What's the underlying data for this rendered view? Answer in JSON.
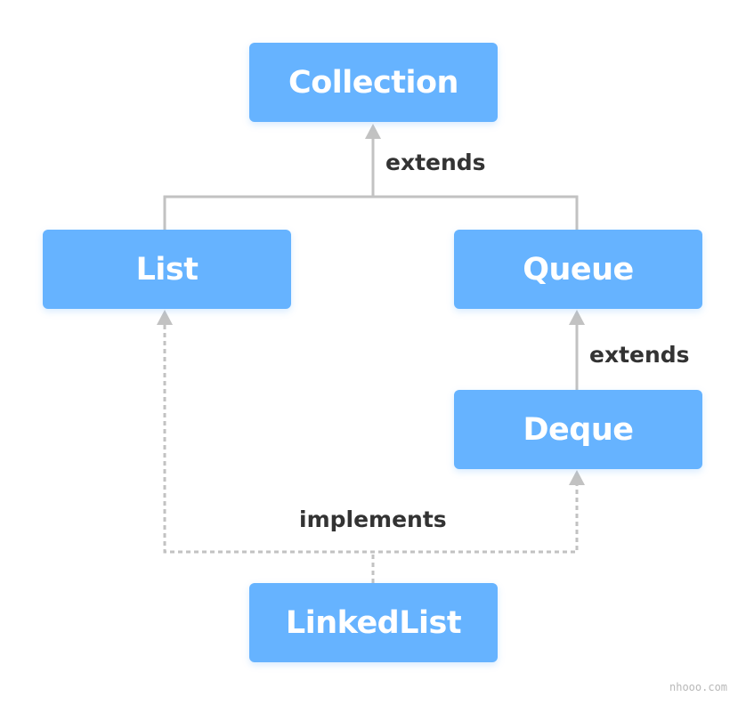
{
  "nodes": {
    "collection": "Collection",
    "list": "List",
    "queue": "Queue",
    "deque": "Deque",
    "linkedlist": "LinkedList"
  },
  "edges": {
    "list_queue_to_collection": "extends",
    "deque_to_queue": "extends",
    "linkedlist_to_list_deque": "implements"
  },
  "watermark": "nhooo.com",
  "colors": {
    "box_fill": "#66b3ff",
    "box_text": "#ffffff",
    "connector": "#c2c2c2",
    "label_text": "#333333"
  }
}
